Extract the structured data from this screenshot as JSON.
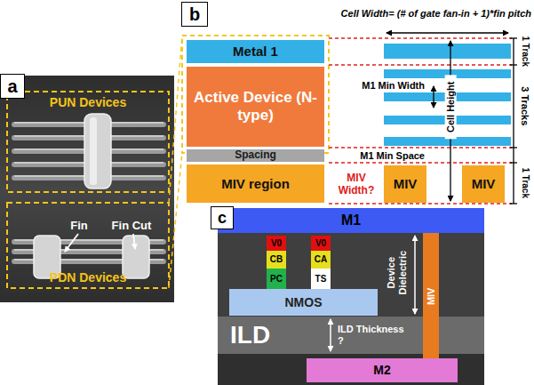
{
  "diagram": {
    "nodes": [
      {
        "text": [
          "a"
        ]
      },
      {
        "text": [
          "b"
        ]
      },
      {
        "text": [
          "Metal 1"
        ]
      },
      {
        "text": [
          "Active Device (N-type)"
        ]
      },
      {
        "text": [
          "Spacing"
        ]
      },
      {
        "text": [
          "MIV region"
        ]
      },
      {
        "text": [
          "MIV"
        ]
      },
      {
        "text": [
          "MIV"
        ]
      },
      {
        "text": [
          "c"
        ]
      },
      {
        "text": [
          "M1"
        ]
      },
      {
        "text": [
          "V0"
        ]
      },
      {
        "text": [
          "CB"
        ]
      },
      {
        "text": [
          "PC"
        ]
      },
      {
        "text": [
          "V0"
        ]
      },
      {
        "text": [
          "CA"
        ]
      },
      {
        "text": [
          "TS"
        ]
      },
      {
        "text": [
          "NMOS"
        ]
      },
      {
        "text": [
          "ILD"
        ]
      },
      {
        "text": [
          "MIV"
        ]
      },
      {
        "text": [
          "M2"
        ]
      }
    ],
    "labels": [
      "PUN Devices",
      "Fin",
      "Fin Cut",
      "PDN Devices",
      "Cell Width= (# of gate fan-in + 1)*fin pitch",
      "1 Track",
      "M1 Min Width",
      "3 Tracks",
      "Cell Height",
      "M1 Min Space",
      "MIV Width?",
      "1 Track",
      "Device Dielectric",
      "ILD Thickness ?"
    ]
  }
}
